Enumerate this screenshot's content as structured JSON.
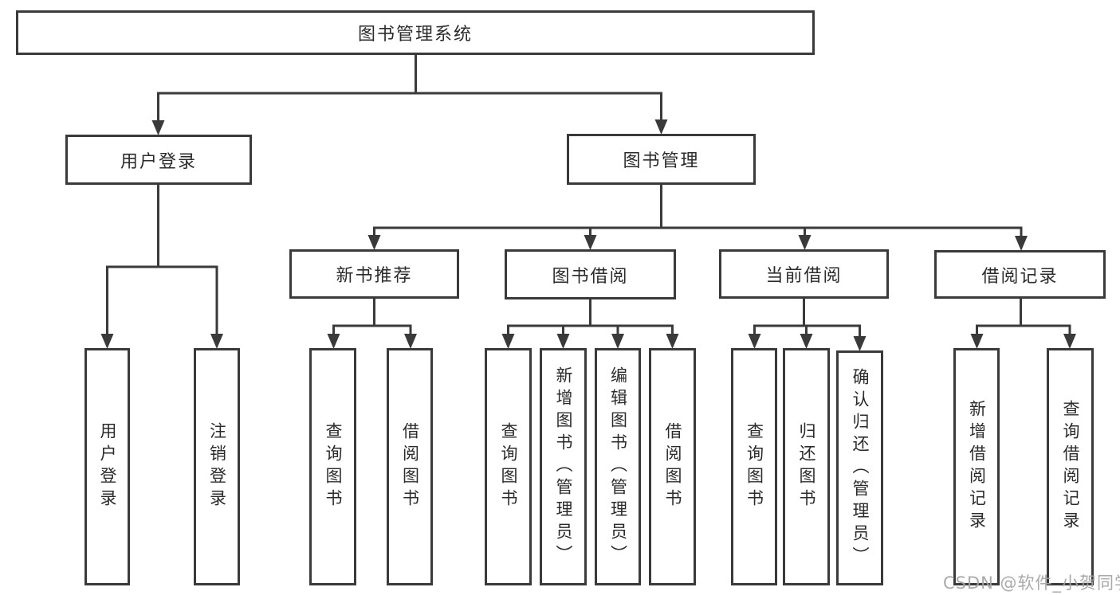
{
  "diagram": {
    "root": {
      "label": "图书管理系统"
    },
    "level2": [
      {
        "label": "用户登录"
      },
      {
        "label": "图书管理"
      }
    ],
    "level3": [
      {
        "label": "新书推荐",
        "parent": "图书管理"
      },
      {
        "label": "图书借阅",
        "parent": "图书管理"
      },
      {
        "label": "当前借阅",
        "parent": "图书管理"
      },
      {
        "label": "借阅记录",
        "parent": "图书管理"
      }
    ],
    "leaves": [
      {
        "label": "用户登录",
        "parent": "用户登录"
      },
      {
        "label": "注销登录",
        "parent": "用户登录"
      },
      {
        "label": "查询图书",
        "parent": "新书推荐"
      },
      {
        "label": "借阅图书",
        "parent": "新书推荐"
      },
      {
        "label": "查询图书",
        "parent": "图书借阅"
      },
      {
        "label": "新增图书（管理员）",
        "parent": "图书借阅"
      },
      {
        "label": "编辑图书（管理员）",
        "parent": "图书借阅"
      },
      {
        "label": "借阅图书",
        "parent": "图书借阅"
      },
      {
        "label": "查询图书",
        "parent": "当前借阅"
      },
      {
        "label": "归还图书",
        "parent": "当前借阅"
      },
      {
        "label": "确认归还（管理员）",
        "parent": "当前借阅"
      },
      {
        "label": "新增借阅记录",
        "parent": "借阅记录"
      },
      {
        "label": "查询借阅记录",
        "parent": "借阅记录"
      }
    ]
  },
  "watermark": "CSDN @软件_小贺同学",
  "colors": {
    "line": "#3a3a3a",
    "box_border": "#3a3a3a",
    "text": "#2b2b2b",
    "watermark": "#a5a5a5",
    "background": "#ffffff"
  }
}
